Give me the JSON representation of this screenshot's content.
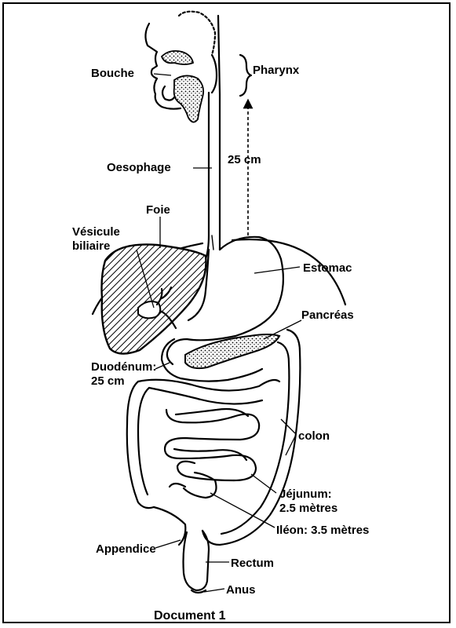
{
  "labels": {
    "bouche": "Bouche",
    "pharynx": "Pharynx",
    "oesophage": "Oesophage",
    "oesophage_length": "25 cm",
    "foie": "Foie",
    "vesicule_line1": "Vésicule",
    "vesicule_line2": "biliaire",
    "estomac": "Estomac",
    "pancreas": "Pancréas",
    "duodenum_line1": "Duodénum:",
    "duodenum_line2": "25 cm",
    "colon": "colon",
    "jejunum_line1": "Jéjunum:",
    "jejunum_line2": "2.5 mètres",
    "ileon": "Iléon: 3.5 mètres",
    "appendice": "Appendice",
    "rectum": "Rectum",
    "anus": "Anus"
  },
  "caption": "Document 1",
  "colors": {
    "ink": "#000000",
    "background": "#ffffff"
  }
}
